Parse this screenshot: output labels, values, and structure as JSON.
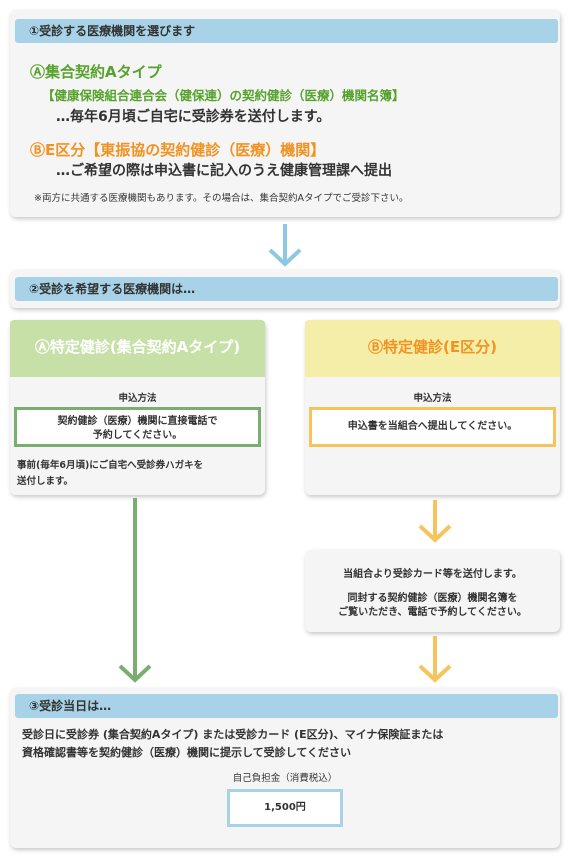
{
  "section1": {
    "header": "①受診する医療機関を選びます",
    "optionA": {
      "title": "Ⓐ集合契約Aタイプ",
      "subtitle": "【健康保険組合連合会（健保連）の契約健診（医療）機関名簿】",
      "body": "…毎年6月頃ご自宅に受診券を送付します。"
    },
    "optionB": {
      "title": "ⒷE区分【東振協の契約健診（医療）機関】",
      "body": "…ご希望の際は申込書に記入のうえ健康管理課へ提出"
    },
    "note": "※両方に共通する医療機関もあります。その場合は、集合契約Aタイプでご受診下さい。"
  },
  "section2": {
    "header": "②受診を希望する医療機関は…",
    "left": {
      "title": "Ⓐ特定健診(集合契約Aタイプ)",
      "method_label": "申込方法",
      "method_line1": "契約健診（医療）機関に直接電話で",
      "method_line2": "予約してください。",
      "note_line1": "事前(毎年6月頃)にご自宅へ受診券ハガキを",
      "note_line2": "送付します。"
    },
    "right": {
      "title": "Ⓑ特定健診(E区分)",
      "method_label": "申込方法",
      "method_text": "申込書を当組合へ提出してください。"
    },
    "followup": {
      "line1": "当組合より受診カード等を送付します。",
      "line2": "同封する契約健診（医療）機関名簿を",
      "line3": "ご覧いただき、電話で予約してください。"
    }
  },
  "section3": {
    "header": "③受診当日は…",
    "line1": "受診日に受診券 (集合契約Aタイプ) または受診カード (E区分)、マイナ保険証または",
    "line2": "資格確認書等を契約健診（医療）機関に提示して受診してください",
    "cost_label": "自己負担金（消費税込）",
    "cost_value": "1,500円"
  },
  "colors": {
    "header_blue": "#a7d2e7",
    "arrow_blue": "#8dc8e3",
    "green": "#56a22c",
    "orange": "#f29222",
    "green_box": "#c6e0a8",
    "yellow_box": "#f4eea8",
    "green_arrow": "#7aae71",
    "orange_arrow": "#f7c35c"
  }
}
